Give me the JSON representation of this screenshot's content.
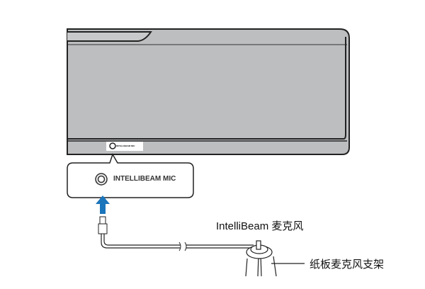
{
  "device_panel_label": "INTELLIBEAM MIC",
  "callout": {
    "jack_label": "INTELLIBEAM MIC"
  },
  "labels": {
    "microphone": "IntelliBeam 麦克风",
    "stand": "纸板麦克风支架"
  },
  "colors": {
    "body": "#bdbec0",
    "arrow": "#1b75bb",
    "outline": "#222222"
  }
}
